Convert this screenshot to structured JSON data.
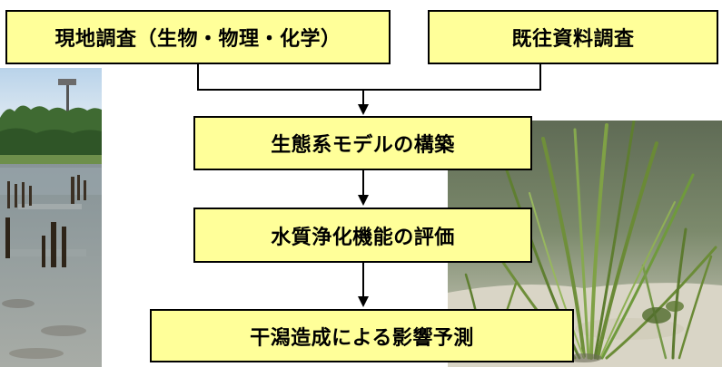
{
  "diagram": {
    "boxes": {
      "field_survey": "現地調査（生物・物理・化学）",
      "literature_survey": "既往資料調査",
      "ecosystem_model": "生態系モデルの構築",
      "water_purification": "水質浄化機能の評価",
      "impact_prediction": "干潟造成による影響予測"
    },
    "colors": {
      "box_fill": "#ffff99",
      "box_border": "#000000",
      "connector": "#000000"
    },
    "photos": [
      {
        "name": "tidal-flat-photo"
      },
      {
        "name": "seagrass-photo"
      }
    ]
  }
}
